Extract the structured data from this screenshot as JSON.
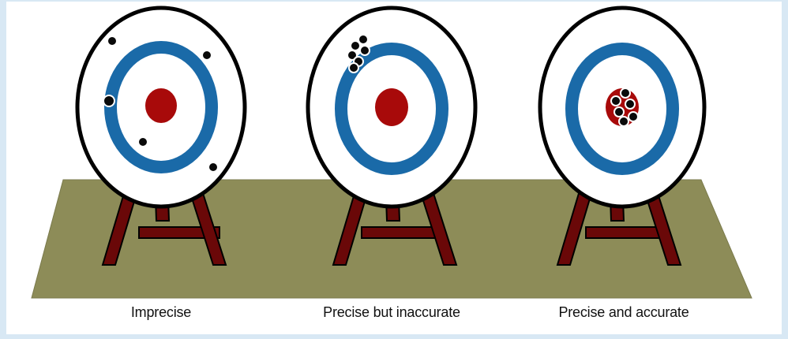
{
  "targets": [
    {
      "caption": "Imprecise"
    },
    {
      "caption": "Precise but inaccurate"
    },
    {
      "caption": "Precise and accurate"
    }
  ],
  "colors": {
    "ground": "#8d8c58",
    "ring": "#1a6aa8",
    "bullseye": "#a80a0a",
    "stand": "#6a0808",
    "hole": "#0a0a0a",
    "target_face": "#ffffff",
    "outline": "#000000"
  }
}
